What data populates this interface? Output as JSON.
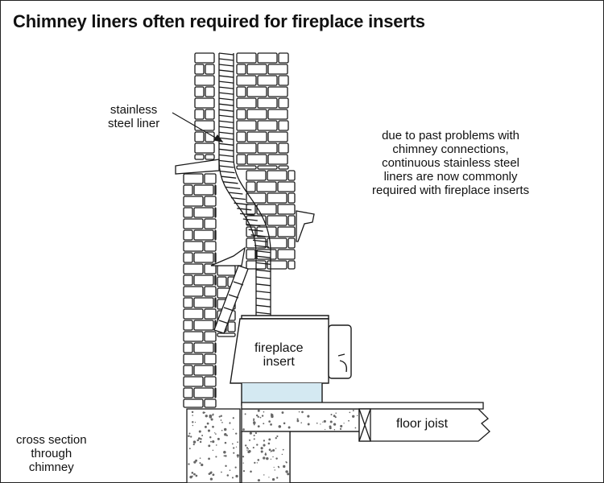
{
  "title": "Chimney liners often required for fireplace inserts",
  "labels": {
    "liner": [
      "stainless",
      "steel liner"
    ],
    "note": [
      "due to past problems with",
      "chimney connections,",
      "continuous stainless steel",
      "liners are now commonly",
      "required with fireplace inserts"
    ],
    "insert": [
      "fireplace",
      "insert"
    ],
    "joist": "floor joist",
    "section": [
      "cross section",
      "through",
      "chimney"
    ]
  },
  "colors": {
    "line": "#1a1a1a",
    "insert_base": "#d4e9f2",
    "paper": "#ffffff"
  }
}
